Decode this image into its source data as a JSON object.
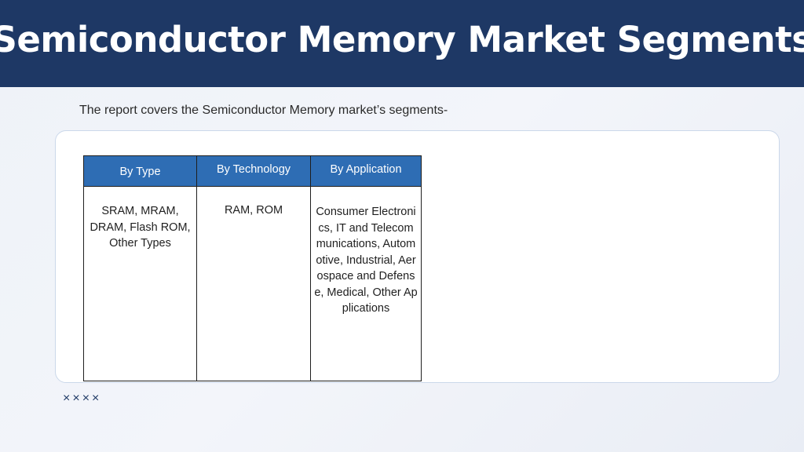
{
  "slide": {
    "title": "Semiconductor Memory Market Segments",
    "intro": "The report covers the Semiconductor Memory market’s segments-",
    "footer_marks": "××××"
  },
  "table": {
    "headers": [
      "By Type",
      "By Technology",
      "By Application"
    ],
    "cells": [
      "SRAM, MRAM, DRAM, Flash ROM, Other Types",
      "RAM, ROM",
      "Consumer Electronics, IT and Telecommunications, Automotive, Industrial, Aerospace and Defense, Medical, Other Applications"
    ]
  },
  "colors": {
    "title_bar": "#1e3865",
    "header_fill": "#2e6db4",
    "title_text": "#ffffff"
  }
}
